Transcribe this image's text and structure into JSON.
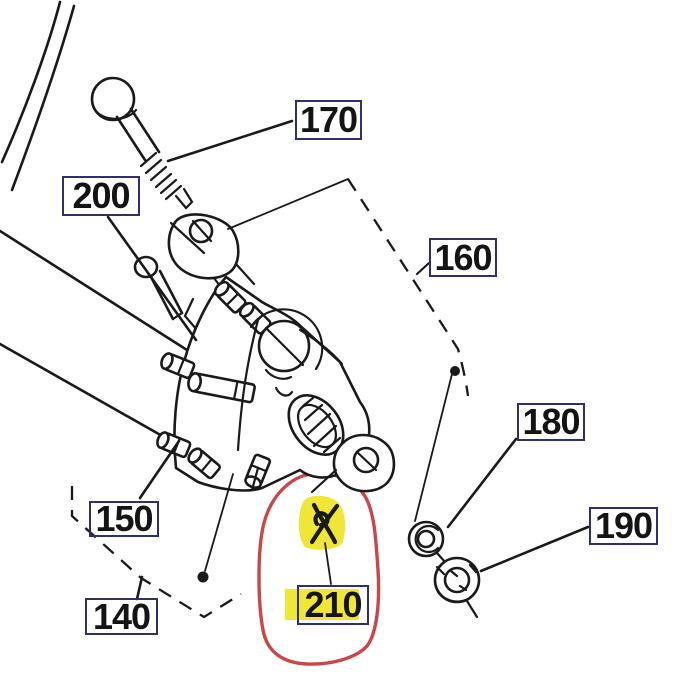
{
  "diagram": {
    "kind": "exploded-parts-diagram",
    "part_labels": {
      "p140": {
        "text": "140"
      },
      "p150": {
        "text": "150"
      },
      "p160": {
        "text": "160"
      },
      "p170": {
        "text": "170"
      },
      "p180": {
        "text": "180"
      },
      "p190": {
        "text": "190"
      },
      "p200": {
        "text": "200"
      },
      "p210": {
        "text": "210"
      }
    },
    "annotations": {
      "highlighted_part_number": "210",
      "highlight_style": "yellow marker on part and label, hand-drawn red circle around label"
    },
    "colors": {
      "label_border": "#2f2f6f",
      "label_text": "#141414",
      "line": "#1a1a1a",
      "highlight_yellow": "#f0e636",
      "annotation_red": "#cb4747",
      "background": "#ffffff"
    }
  }
}
